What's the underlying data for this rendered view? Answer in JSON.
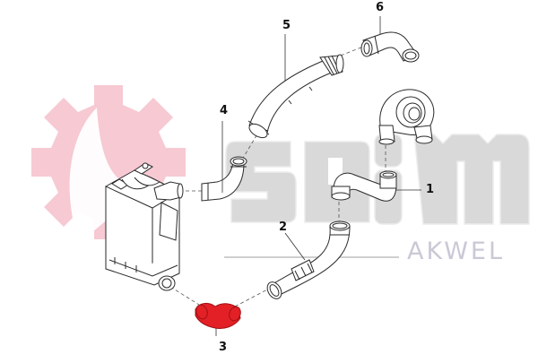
{
  "diagram": {
    "type": "exploded-parts-diagram",
    "subject": "intercooler charge air hose assembly",
    "colors": {
      "background": "#ffffff",
      "line": "#2a2a2a",
      "highlight_part": "#e32026",
      "watermark_gear": "#f6c9d3",
      "watermark_letters": "#d9d9d9",
      "brand_text": "#c9c9d6"
    },
    "watermark": {
      "logo_letters": "seim",
      "brand_text": "AKWEL"
    },
    "callouts": [
      {
        "number": "1",
        "part": "s-bend hose (turbo outlet)"
      },
      {
        "number": "2",
        "part": "long hose with bellows"
      },
      {
        "number": "3",
        "part": "elbow hose (highlighted red)"
      },
      {
        "number": "4",
        "part": "elbow hose to intercooler inlet"
      },
      {
        "number": "5",
        "part": "long curved pipe"
      },
      {
        "number": "6",
        "part": "short 90° elbow hose"
      }
    ],
    "components": [
      {
        "name": "intercooler"
      },
      {
        "name": "turbocharger"
      }
    ],
    "highlighted_callout": "3"
  }
}
